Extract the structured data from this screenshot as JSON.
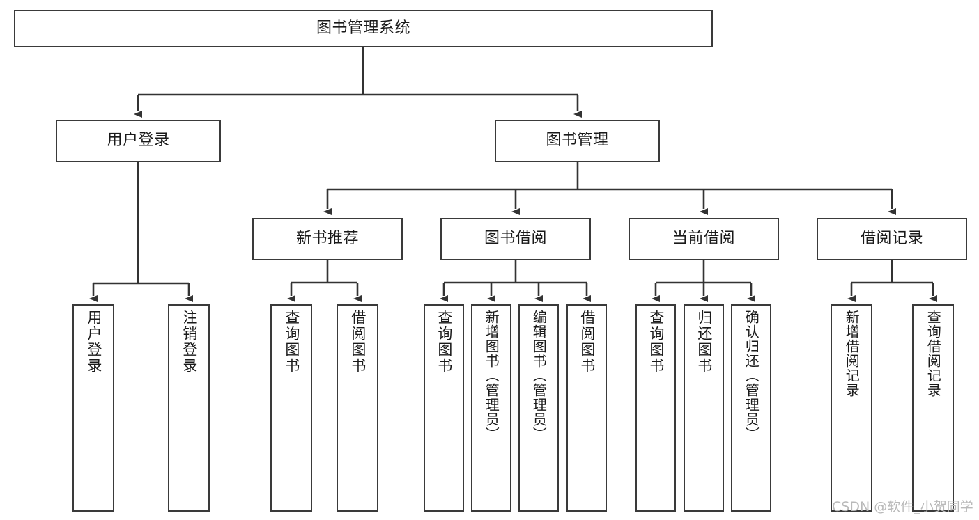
{
  "diagram": {
    "type": "hierarchy-tree",
    "title": "图书管理系统",
    "watermark": "CSDN @软件_小贺同学",
    "colors": {
      "box_border": "#3a3a3a",
      "box_fill": "#ffffff",
      "edge": "#333333",
      "text": "#1a1a1a",
      "watermark": "#b9b9b9",
      "background": "#ffffff"
    },
    "levels": {
      "root": {
        "label": "图书管理系统"
      },
      "level2": [
        {
          "label": "用户登录"
        },
        {
          "label": "图书管理"
        }
      ],
      "level3": [
        {
          "label": "新书推荐"
        },
        {
          "label": "图书借阅"
        },
        {
          "label": "当前借阅"
        },
        {
          "label": "借阅记录"
        }
      ],
      "leaves": {
        "user_login": [
          {
            "label": "用户登录"
          },
          {
            "label": "注销登录"
          }
        ],
        "new_book_recommend": [
          {
            "label": "查询图书"
          },
          {
            "label": "借阅图书"
          }
        ],
        "book_borrow": [
          {
            "label": "查询图书"
          },
          {
            "label": "新增图书（管理员）"
          },
          {
            "label": "编辑图书（管理员）"
          },
          {
            "label": "借阅图书"
          }
        ],
        "current_borrow": [
          {
            "label": "查询图书"
          },
          {
            "label": "归还图书"
          },
          {
            "label": "确认归还（管理员）"
          }
        ],
        "borrow_record": [
          {
            "label": "新增借阅记录"
          },
          {
            "label": "查询借阅记录"
          }
        ]
      }
    }
  }
}
